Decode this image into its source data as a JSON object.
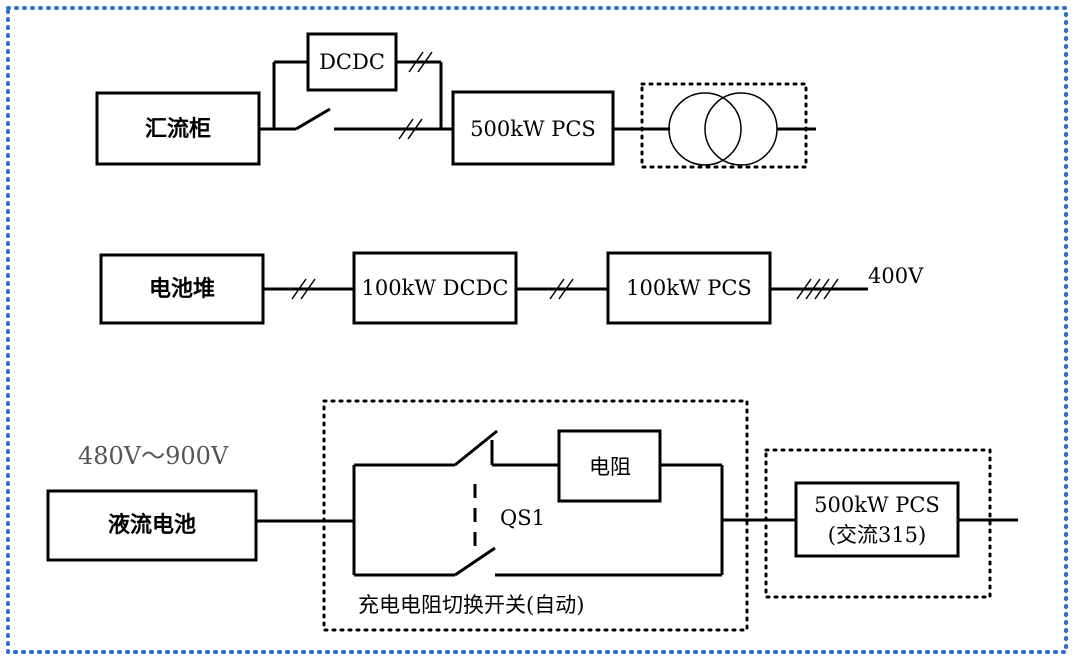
{
  "row1": {
    "busbar_cabinet": "汇流柜",
    "dcdc": "DCDC",
    "pcs": "500kW PCS"
  },
  "row2": {
    "battery_stack": "电池堆",
    "dcdc": "100kW DCDC",
    "pcs": "100kW PCS",
    "voltage": "400V"
  },
  "row3": {
    "voltage_range": "480V～900V",
    "flow_battery": "液流电池",
    "resistor": "电阻",
    "switch": "QS1",
    "switch_group": "充电电阻切换开关(自动)",
    "pcs_line1": "500kW PCS",
    "pcs_line2": "(交流315)"
  }
}
